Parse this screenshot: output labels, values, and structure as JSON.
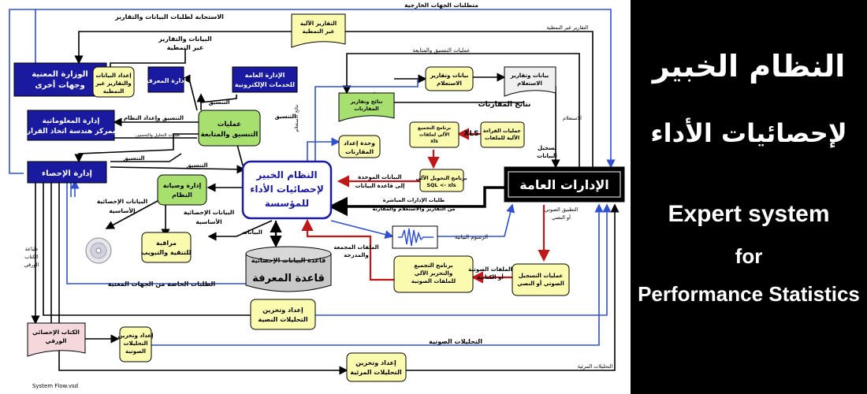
{
  "title_ar_1": "النظام الخبير",
  "title_ar_2": "لإحصائيات الأداء",
  "title_en_1": "Expert system",
  "title_en_2": "for",
  "title_en_3": "Performance Statistics",
  "file_label": "System Flow.vsd",
  "boxes": {
    "ministry": [
      "الوزارة المعنية",
      "وجهات أخرى"
    ],
    "info_dept": [
      "إدارة المعلوماتية",
      "بمركز هندسة اتخاذ القرار"
    ],
    "stats_dept": [
      "إدارة الإحصاء"
    ],
    "knowledge_dept": [
      "إدارة المعرفة"
    ],
    "egov_dept": [
      "الإدارة العامة",
      "للخدمات الإلكترونية"
    ],
    "prep_data": [
      "إعداد البيانات",
      "والتقارير غير",
      "النمطية"
    ],
    "coord_ops": [
      "عمليات",
      "التنسيق والمتابعة"
    ],
    "admin_maint": [
      "إدارة وصيانة",
      "النظام"
    ],
    "monitor": [
      "مراقبة",
      "للتنقية والتبويب"
    ],
    "expert": [
      "النظام الخبير",
      "لإحصائيات الأداء",
      "للمؤسسة"
    ],
    "general_admins": [
      "الإدارات العامة"
    ],
    "knowledge_base_top": "قاعدة البيانات الإحصائية",
    "knowledge_base": "قاعدة المعرفة",
    "compare_unit": [
      "وحدة إعداد",
      "المقارنات"
    ],
    "auto_reports": [
      "التقارير الآلية",
      "غير النمطية"
    ],
    "compare_results": [
      "نتائج وتقارير",
      "المقارنات"
    ],
    "usage_data": [
      "بيانات وتقارير",
      "الاستعلام"
    ],
    "usage_reports": [
      "بيانات وتقارير",
      "الاستعلام"
    ],
    "collect_prog": [
      "برنامج التجميع",
      "الآلي لملفات",
      "xls"
    ],
    "auto_read": [
      "عمليات القراءة",
      "الآلية للملفات"
    ],
    "convert_prog": [
      "برنامج التحويل الآلي",
      "SQL <- xls"
    ],
    "audio_collect": [
      "برنامج التجميع",
      "والتحرير الآلي",
      "للملفات الصوتية"
    ],
    "audio_record": [
      "عمليات التسجيل",
      "الصوتي أو النصي"
    ],
    "text_analysis": [
      "إعداد وتخزين",
      "التحليلات النصية"
    ],
    "audio_analysis": [
      "إعداد وتخزين",
      "التحليلات",
      "الصوتية"
    ],
    "visual_analysis": [
      "إعداد وتخزين",
      "التحليلات المرئية"
    ],
    "paper_book": [
      "الكتاب الإحصائي",
      "الورقي"
    ]
  },
  "labels": {
    "external_req": "متطلبات الجهات الخارجية",
    "response_req": "الاستجابة لطلبات البيانات والتقارير",
    "periodic_reports": "التقارير غير النمطية",
    "data_reports_nonstd": [
      "البيانات والتقارير",
      "غير النمطية"
    ],
    "coord_follow": "عمليات التنسيق والمتابعة",
    "coordination1": "التنسيق",
    "coordination2": "التنسيق",
    "coordination3": "التنسيق",
    "coordination4": "التنسيق",
    "coord_prep": "التنسيق وإعداد النظام",
    "stats_req": "طلبات التحليل والتحسين",
    "compare_results_lbl": "نتائج المقارنات",
    "query": "الاستعلام",
    "xls": "XLS",
    "register_data": [
      "تسجيل",
      "البيانات"
    ],
    "unified_data": [
      "البيانات الموحدة",
      "إلى قاعدة البيانات"
    ],
    "direct_req": [
      "طلبات الإدارات المباشرة",
      "من التقارير والاستعلام والمقارنة"
    ],
    "stat_data_basic1": [
      "البيانات الإحصائية",
      "الأساسية"
    ],
    "stat_data_basic2": [
      "البيانات الإحصائية",
      "الأساسية"
    ],
    "data": "البيانات",
    "collected_files": [
      "الملفات المجمعة",
      "والمدرجة"
    ],
    "audio_files": [
      "الملفات الصوتية",
      "أو الكتابية"
    ],
    "audio_text": [
      "التطبيق الصوتي",
      "أو النصي"
    ],
    "graphs": "الرسوم البيانية",
    "special_req": "الطلبات الخاصة من الجهات المعنية",
    "paper_print": [
      "طباعة",
      "الكتاب",
      "الورقي"
    ],
    "audio_analytics": "التحليلات الصوتية",
    "visual_analytics": "التحليلات المرئية",
    "compare_vert": "نتائج الاستعلام"
  },
  "colors": {
    "navy": "#1a1aa0",
    "yellow": "#fbfbb0",
    "green": "#a8e070",
    "blue_line": "#3050d0",
    "red_line": "#c01818",
    "black": "#000000",
    "panel": "#000000",
    "gray_db": "#c8c8c8",
    "pink_doc": "#f4d8dc"
  }
}
